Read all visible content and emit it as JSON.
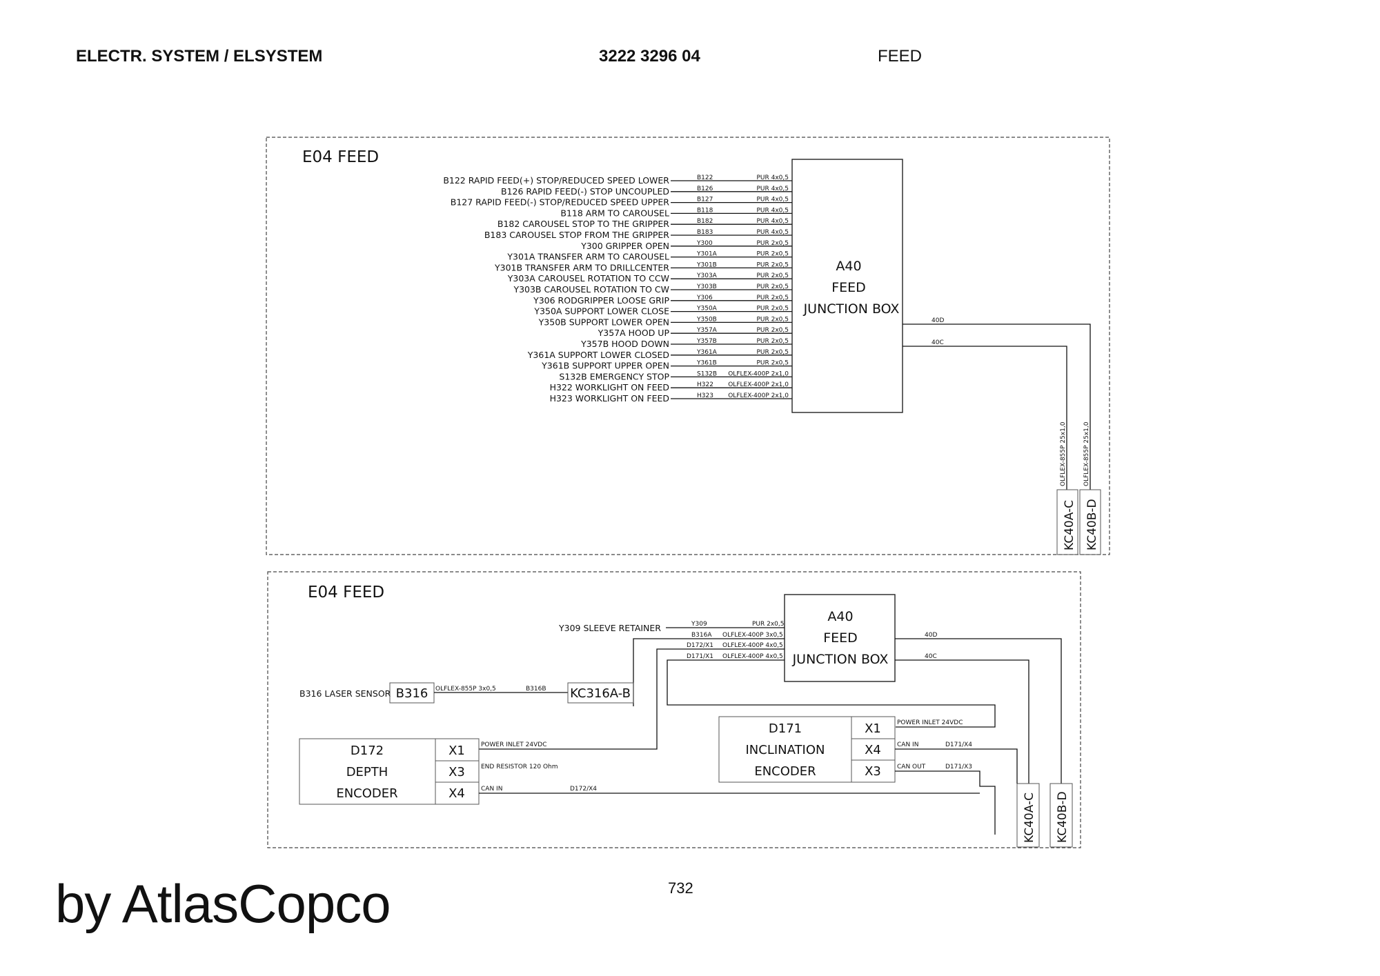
{
  "header": {
    "title": "ELECTR. SYSTEM / ELSYSTEM",
    "code": "3222 3296 04",
    "section": "FEED"
  },
  "page_number": "732",
  "footer": "by AtlasCopco",
  "diagram1": {
    "title": "E04 FEED",
    "junction": [
      "A40",
      "FEED",
      "JUNCTION BOX"
    ],
    "signals": [
      {
        "desc": "B122 RAPID FEED(+) STOP/REDUCED SPEED LOWER",
        "tag": "B122",
        "cable": "PUR 4x0,5"
      },
      {
        "desc": "B126 RAPID FEED(-) STOP UNCOUPLED",
        "tag": "B126",
        "cable": "PUR 4x0,5"
      },
      {
        "desc": "B127 RAPID FEED(-) STOP/REDUCED SPEED UPPER",
        "tag": "B127",
        "cable": "PUR 4x0,5"
      },
      {
        "desc": "B118 ARM TO CAROUSEL",
        "tag": "B118",
        "cable": "PUR 4x0,5"
      },
      {
        "desc": "B182 CAROUSEL STOP TO THE GRIPPER",
        "tag": "B182",
        "cable": "PUR 4x0,5"
      },
      {
        "desc": "B183 CAROUSEL STOP FROM THE GRIPPER",
        "tag": "B183",
        "cable": "PUR 4x0,5"
      },
      {
        "desc": "Y300 GRIPPER OPEN",
        "tag": "Y300",
        "cable": "PUR 2x0,5"
      },
      {
        "desc": "Y301A TRANSFER ARM TO CAROUSEL",
        "tag": "Y301A",
        "cable": "PUR 2x0,5"
      },
      {
        "desc": "Y301B TRANSFER ARM TO DRILLCENTER",
        "tag": "Y301B",
        "cable": "PUR 2x0,5"
      },
      {
        "desc": "Y303A CAROUSEL ROTATION TO CCW",
        "tag": "Y303A",
        "cable": "PUR 2x0,5"
      },
      {
        "desc": "Y303B CAROUSEL ROTATION TO CW",
        "tag": "Y303B",
        "cable": "PUR 2x0,5"
      },
      {
        "desc": "Y306 RODGRIPPER LOOSE GRIP",
        "tag": "Y306",
        "cable": "PUR 2x0,5"
      },
      {
        "desc": "Y350A SUPPORT LOWER CLOSE",
        "tag": "Y350A",
        "cable": "PUR 2x0,5"
      },
      {
        "desc": "Y350B SUPPORT LOWER OPEN",
        "tag": "Y350B",
        "cable": "PUR 2x0,5"
      },
      {
        "desc": "Y357A HOOD UP",
        "tag": "Y357A",
        "cable": "PUR 2x0,5"
      },
      {
        "desc": "Y357B HOOD DOWN",
        "tag": "Y357B",
        "cable": "PUR 2x0,5"
      },
      {
        "desc": "Y361A SUPPORT LOWER CLOSED",
        "tag": "Y361A",
        "cable": "PUR 2x0,5"
      },
      {
        "desc": "Y361B SUPPORT UPPER OPEN",
        "tag": "Y361B",
        "cable": "PUR 2x0,5"
      },
      {
        "desc": "S132B EMERGENCY STOP",
        "tag": "S132B",
        "cable": "OLFLEX-400P 2x1,0"
      },
      {
        "desc": "H322 WORKLIGHT ON FEED",
        "tag": "H322",
        "cable": "OLFLEX-400P 2x1,0"
      },
      {
        "desc": "H323 WORKLIGHT ON FEED",
        "tag": "H323",
        "cable": "OLFLEX-400P 2x1,0"
      }
    ],
    "out_d": "40D",
    "out_c": "40C",
    "cable_c": "OLFLEX-855P 25x1,0",
    "cable_d": "OLFLEX-855P 25x1,0",
    "conn_c": "KC40A-C",
    "conn_d": "KC40B-D"
  },
  "diagram2": {
    "title": "E04 FEED",
    "junction": [
      "A40",
      "FEED",
      "JUNCTION BOX"
    ],
    "y309": {
      "desc": "Y309 SLEEVE RETAINER",
      "tag": "Y309",
      "cable": "PUR 2x0,5"
    },
    "b316a": {
      "tag": "B316A",
      "cable": "OLFLEX-400P 3x0,5"
    },
    "d172x1": {
      "tag": "D172/X1",
      "cable": "OLFLEX-400P 4x0,5"
    },
    "d171x1": {
      "tag": "D171/X1",
      "cable": "OLFLEX-400P 4x0,5"
    },
    "out_d": "40D",
    "out_c": "40C",
    "laser": {
      "desc": "B316 LASER SENSOR",
      "box": "B316",
      "cable": "OLFLEX-855P 3x0,5",
      "tag": "B316B",
      "connector": "KC316A-B"
    },
    "d171": {
      "lines": [
        "D171",
        "INCLINATION",
        "ENCODER"
      ],
      "ports": [
        "X1",
        "X4",
        "X3"
      ],
      "labels": [
        "POWER INLET 24VDC",
        "CAN IN",
        "CAN OUT"
      ],
      "tags": [
        "D171/X4",
        "D171/X3"
      ]
    },
    "d172": {
      "lines": [
        "D172",
        "DEPTH",
        "ENCODER"
      ],
      "ports": [
        "X1",
        "X3",
        "X4"
      ],
      "labels": [
        "POWER INLET 24VDC",
        "END RESISTOR 120 Ohm",
        "CAN IN"
      ],
      "tag": "D172/X4"
    },
    "conn_c": "KC40A-C",
    "conn_d": "KC40B-D"
  }
}
